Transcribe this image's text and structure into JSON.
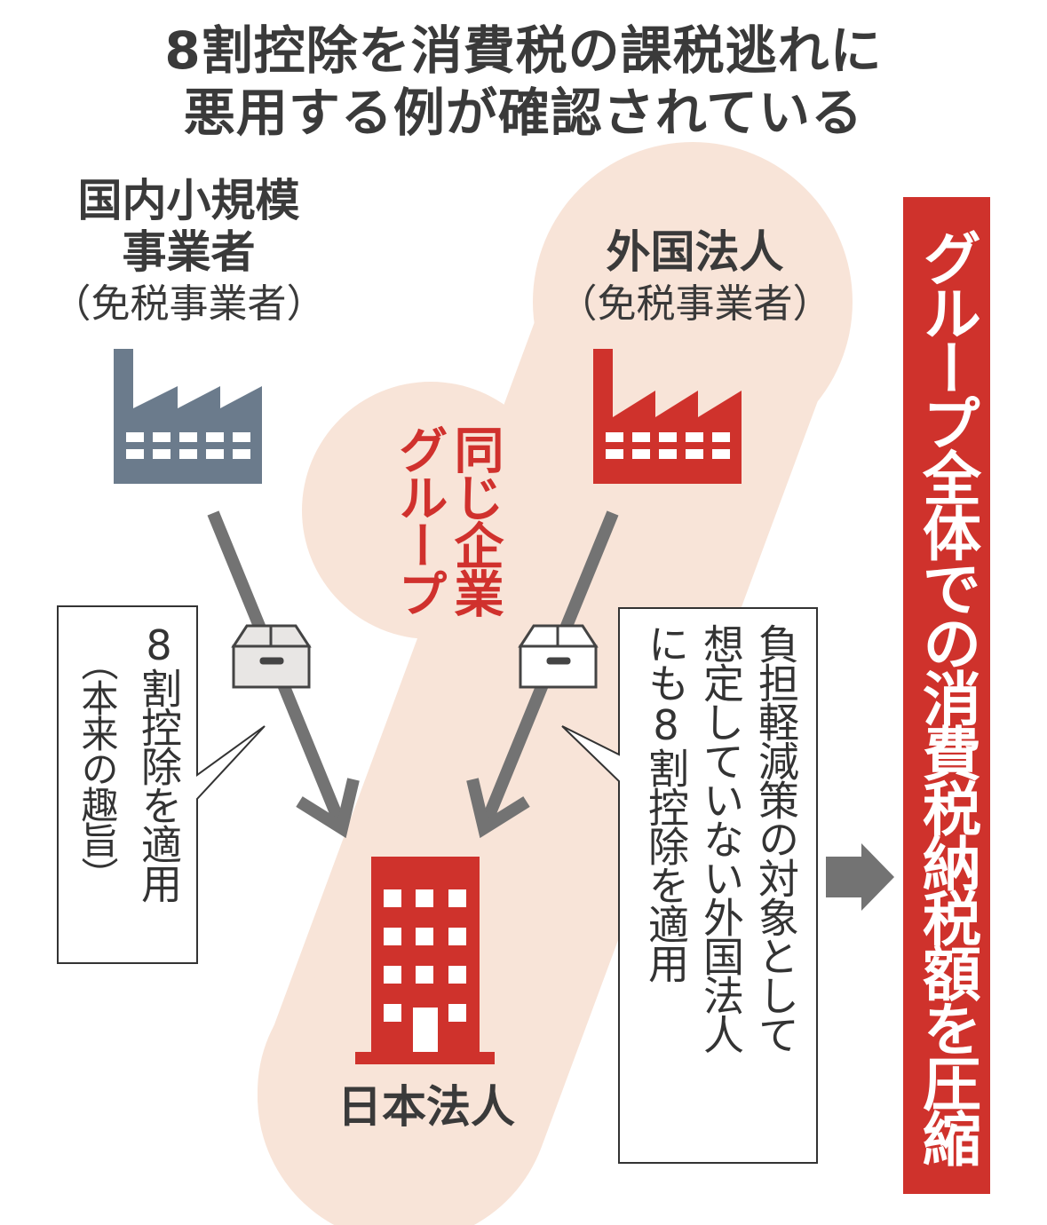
{
  "title": {
    "line1": "8割控除を消費税の課税逃れに",
    "line2": "悪用する例が確認されている"
  },
  "domestic": {
    "name_line1": "国内小規模",
    "name_line2": "事業者",
    "note": "（免税事業者）"
  },
  "foreign": {
    "name": "外国法人",
    "note": "（免税事業者）"
  },
  "group_label": {
    "line1": "同じ企業",
    "line2": "グループ"
  },
  "japan_corp": "日本法人",
  "callout_left": {
    "line1": "8割控除を適用",
    "line2": "（本来の趣旨）"
  },
  "callout_right": {
    "line1": "負担軽減策の対象として",
    "line2": "想定していない外国法人",
    "line3": "にも8割控除を適用"
  },
  "result_banner": "グループ全体での消費税納税額を圧縮",
  "colors": {
    "accent_red": "#cf322c",
    "group_bg": "#f8e4d8",
    "domestic_factory": "#6b7b8c",
    "arrow": "#737373"
  }
}
